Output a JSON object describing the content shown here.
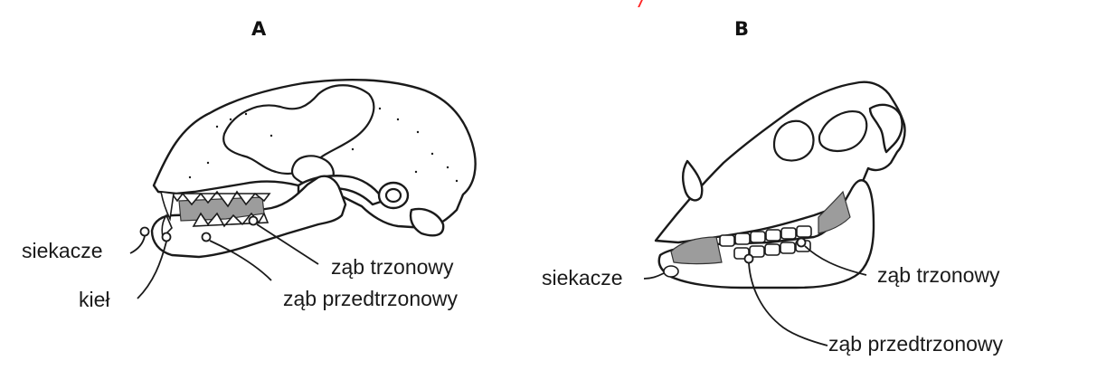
{
  "panels": {
    "a": {
      "letter": "A",
      "labels": {
        "incisors": "siekacze",
        "canine": "kieł",
        "molar": "ząb trzonowy",
        "premolar": "ząb przedtrzonowy"
      }
    },
    "b": {
      "letter": "B",
      "labels": {
        "incisors": "siekacze",
        "molar": "ząb trzonowy",
        "premolar": "ząb przedtrzonowy"
      }
    }
  },
  "colors": {
    "ink": "#1a1a1a",
    "gum_shade": "#9c9c9c",
    "background": "#ffffff"
  }
}
